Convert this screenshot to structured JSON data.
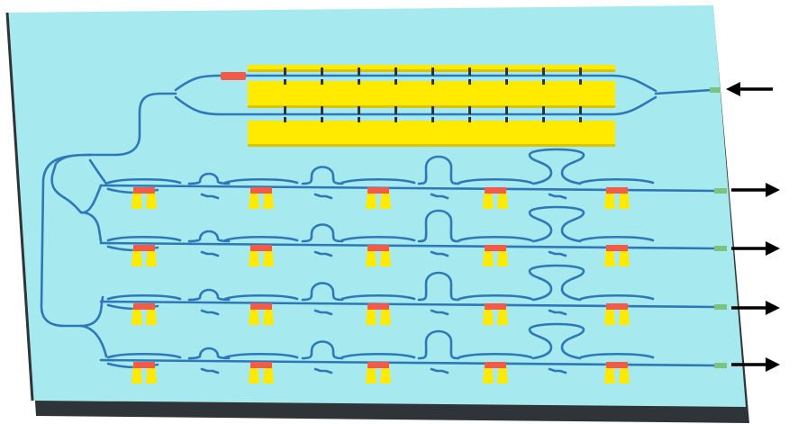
{
  "diagram": {
    "kind": "photonic-chip-schematic",
    "colors": {
      "substrate": "#a6eaf0",
      "substrate_edge": "#2f3438",
      "waveguide": "#2f78b8",
      "electrode": "#ffea00",
      "electrode_shade": "#d9c400",
      "phase_shifter": "#f25a4a",
      "coupler_port": "#7ac47f",
      "arrow": "#000000"
    },
    "input_port": {
      "direction": "in",
      "icon": "left-arrow-icon"
    },
    "output_ports": [
      {
        "direction": "out",
        "icon": "right-arrow-icon"
      },
      {
        "direction": "out",
        "icon": "right-arrow-icon"
      },
      {
        "direction": "out",
        "icon": "right-arrow-icon"
      },
      {
        "direction": "out",
        "icon": "right-arrow-icon"
      }
    ],
    "modulator": {
      "electrode_bars": 3,
      "waveguide_arms": 2
    },
    "delay_lines": {
      "rows": 4,
      "heaters_per_row": 5,
      "loops_per_row": 4,
      "loop_sizes": [
        "small",
        "medium",
        "large",
        "x-large"
      ]
    }
  }
}
